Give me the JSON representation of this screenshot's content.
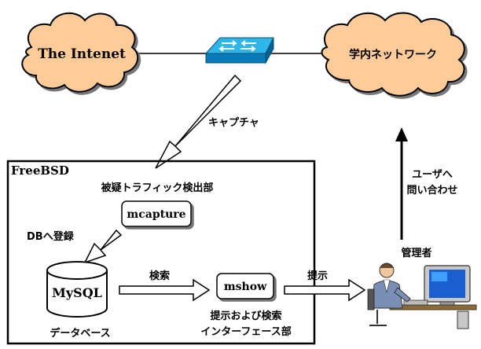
{
  "clouds": {
    "internet": "The Intenet",
    "campus": "学内ネットワーク"
  },
  "capture_label": "キャプチャ",
  "freebsd": {
    "title": "FreeBSD",
    "detector_label": "被疑トラフィック検出部",
    "mcapture": "mcapture",
    "db_register": "DBへ登録",
    "mysql": "MySQL",
    "database_label": "データベース",
    "search_label": "検索",
    "mshow": "mshow",
    "interface_label_1": "提示および検索",
    "interface_label_2": "インターフェース部"
  },
  "present_label": "提示",
  "admin_label": "管理者",
  "inquiry_label_1": "ユーザへ",
  "inquiry_label_2": "問い合わせ"
}
